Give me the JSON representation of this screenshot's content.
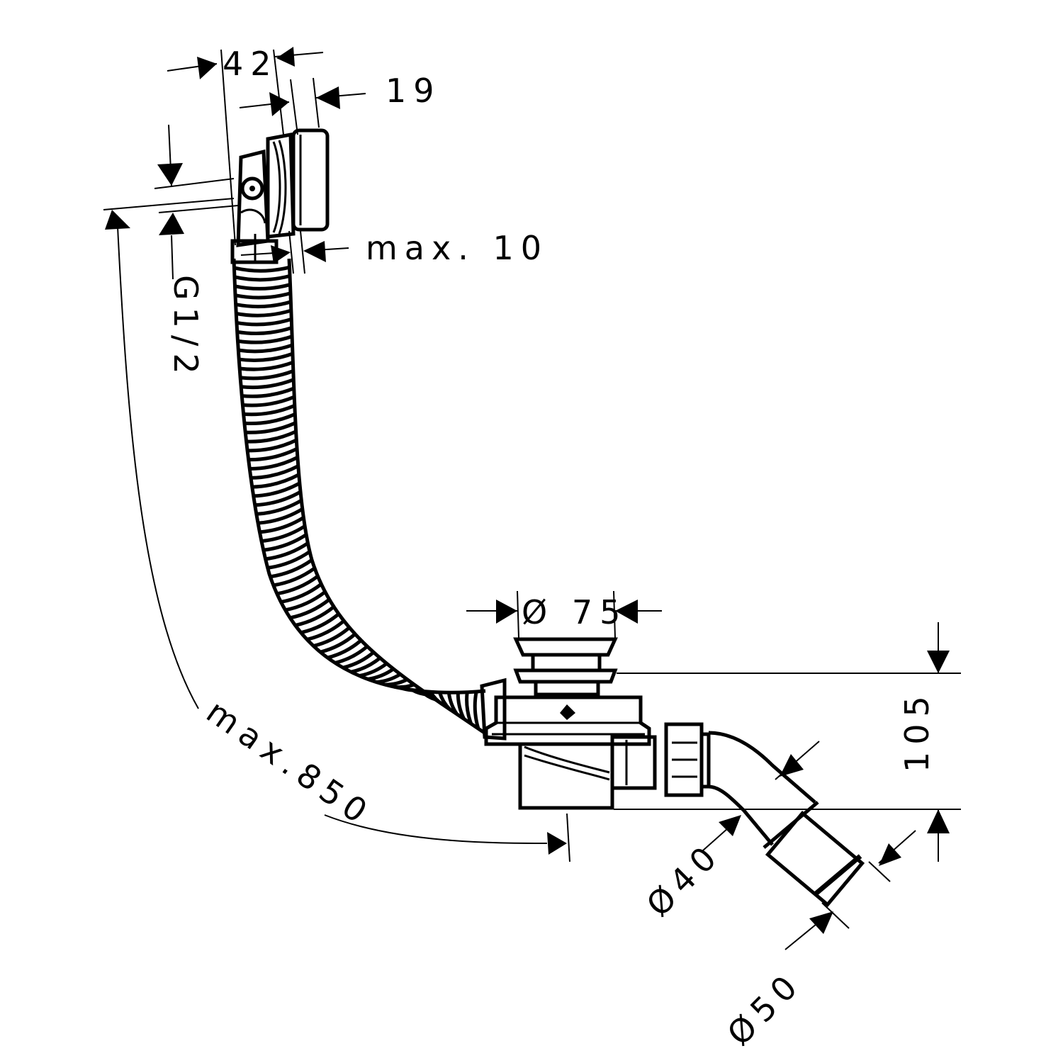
{
  "dimensions": {
    "top_width": "42",
    "cover_depth": "19",
    "wall_thickness": "max. 10",
    "thread": "G1/2",
    "hose_length": "max.850",
    "drain_diameter": "Ø 75",
    "drain_height": "105",
    "outlet_diameter_inner": "Ø40",
    "outlet_diameter_outer": "Ø50"
  },
  "colors": {
    "line": "#000000",
    "background": "#ffffff"
  }
}
